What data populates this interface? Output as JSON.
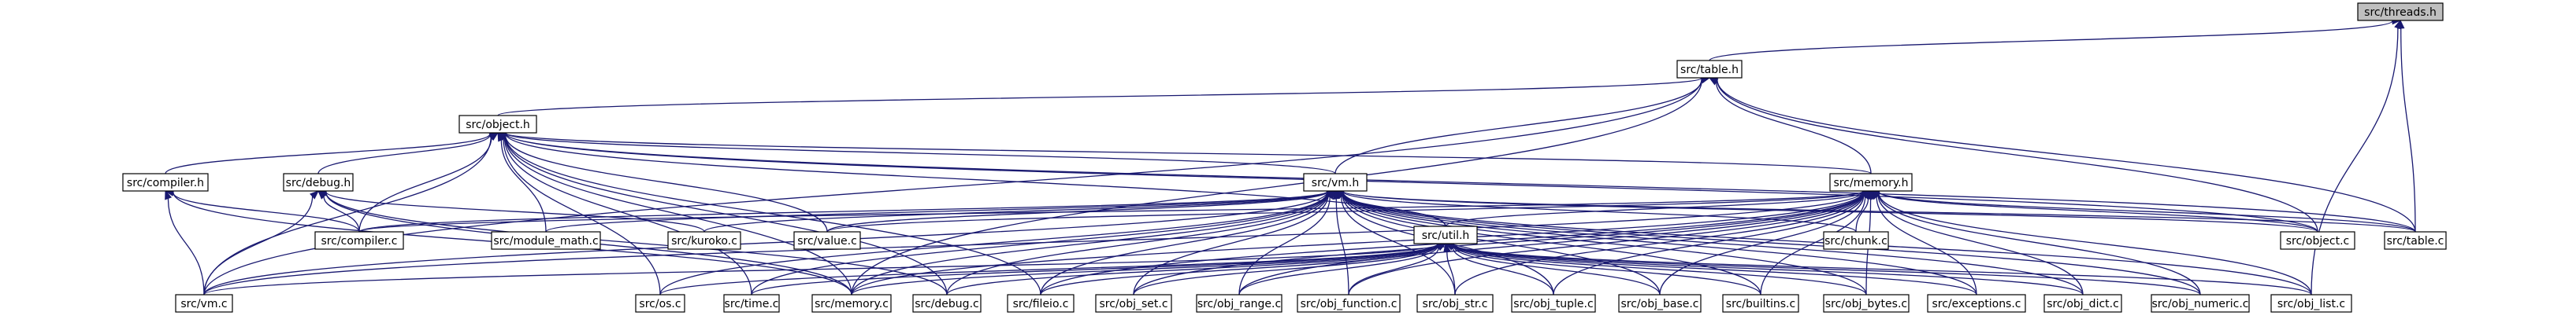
{
  "diagram": {
    "nodes": [
      {
        "id": "threads_h",
        "label": "src/threads.h",
        "root": true
      },
      {
        "id": "table_h",
        "label": "src/table.h"
      },
      {
        "id": "object_h",
        "label": "src/object.h"
      },
      {
        "id": "vm_h",
        "label": "src/vm.h"
      },
      {
        "id": "memory_h",
        "label": "src/memory.h"
      },
      {
        "id": "compiler_h",
        "label": "src/compiler.h"
      },
      {
        "id": "debug_h",
        "label": "src/debug.h"
      },
      {
        "id": "util_h",
        "label": "src/util.h"
      },
      {
        "id": "compiler_c",
        "label": "src/compiler.c"
      },
      {
        "id": "module_math_c",
        "label": "src/module_math.c"
      },
      {
        "id": "kuroko_c",
        "label": "src/kuroko.c"
      },
      {
        "id": "value_c",
        "label": "src/value.c"
      },
      {
        "id": "chunk_c",
        "label": "src/chunk.c"
      },
      {
        "id": "object_c",
        "label": "src/object.c"
      },
      {
        "id": "table_c",
        "label": "src/table.c"
      },
      {
        "id": "vm_c",
        "label": "src/vm.c"
      },
      {
        "id": "os_c",
        "label": "src/os.c"
      },
      {
        "id": "time_c",
        "label": "src/time.c"
      },
      {
        "id": "memory_c",
        "label": "src/memory.c"
      },
      {
        "id": "debug_c",
        "label": "src/debug.c"
      },
      {
        "id": "fileio_c",
        "label": "src/fileio.c"
      },
      {
        "id": "obj_set_c",
        "label": "src/obj_set.c"
      },
      {
        "id": "obj_range_c",
        "label": "src/obj_range.c"
      },
      {
        "id": "obj_function_c",
        "label": "src/obj_function.c"
      },
      {
        "id": "obj_str_c",
        "label": "src/obj_str.c"
      },
      {
        "id": "obj_tuple_c",
        "label": "src/obj_tuple.c"
      },
      {
        "id": "obj_base_c",
        "label": "src/obj_base.c"
      },
      {
        "id": "builtins_c",
        "label": "src/builtins.c"
      },
      {
        "id": "obj_bytes_c",
        "label": "src/obj_bytes.c"
      },
      {
        "id": "exceptions_c",
        "label": "src/exceptions.c"
      },
      {
        "id": "obj_dict_c",
        "label": "src/obj_dict.c"
      },
      {
        "id": "obj_numeric_c",
        "label": "src/obj_numeric.c"
      },
      {
        "id": "obj_list_c",
        "label": "src/obj_list.c"
      }
    ],
    "edges": [
      [
        "threads_h",
        "table_h"
      ],
      [
        "threads_h",
        "table_c"
      ],
      [
        "threads_h",
        "obj_list_c"
      ],
      [
        "table_h",
        "object_h"
      ],
      [
        "table_h",
        "vm_h"
      ],
      [
        "table_h",
        "memory_h"
      ],
      [
        "table_h",
        "object_c"
      ],
      [
        "table_h",
        "table_c"
      ],
      [
        "table_h",
        "vm_c"
      ],
      [
        "table_h",
        "memory_c"
      ],
      [
        "object_h",
        "compiler_h"
      ],
      [
        "object_h",
        "debug_h"
      ],
      [
        "object_h",
        "vm_h"
      ],
      [
        "object_h",
        "memory_h"
      ],
      [
        "object_h",
        "compiler_c"
      ],
      [
        "object_h",
        "module_math_c"
      ],
      [
        "object_h",
        "value_c"
      ],
      [
        "object_h",
        "util_h"
      ],
      [
        "object_h",
        "object_c"
      ],
      [
        "object_h",
        "table_c"
      ],
      [
        "object_h",
        "vm_c"
      ],
      [
        "object_h",
        "os_c"
      ],
      [
        "object_h",
        "time_c"
      ],
      [
        "object_h",
        "memory_c"
      ],
      [
        "object_h",
        "debug_c"
      ],
      [
        "object_h",
        "fileio_c"
      ],
      [
        "compiler_h",
        "compiler_c"
      ],
      [
        "compiler_h",
        "vm_c"
      ],
      [
        "compiler_h",
        "memory_c"
      ],
      [
        "debug_h",
        "compiler_c"
      ],
      [
        "debug_h",
        "kuroko_c"
      ],
      [
        "debug_h",
        "vm_c"
      ],
      [
        "debug_h",
        "memory_c"
      ],
      [
        "debug_h",
        "debug_c"
      ],
      [
        "vm_h",
        "util_h"
      ],
      [
        "vm_h",
        "compiler_c"
      ],
      [
        "vm_h",
        "module_math_c"
      ],
      [
        "vm_h",
        "kuroko_c"
      ],
      [
        "vm_h",
        "value_c"
      ],
      [
        "vm_h",
        "chunk_c"
      ],
      [
        "vm_h",
        "object_c"
      ],
      [
        "vm_h",
        "table_c"
      ],
      [
        "vm_h",
        "vm_c"
      ],
      [
        "vm_h",
        "os_c"
      ],
      [
        "vm_h",
        "time_c"
      ],
      [
        "vm_h",
        "memory_c"
      ],
      [
        "vm_h",
        "debug_c"
      ],
      [
        "vm_h",
        "fileio_c"
      ],
      [
        "vm_h",
        "obj_set_c"
      ],
      [
        "vm_h",
        "obj_range_c"
      ],
      [
        "vm_h",
        "obj_function_c"
      ],
      [
        "vm_h",
        "obj_str_c"
      ],
      [
        "vm_h",
        "obj_tuple_c"
      ],
      [
        "vm_h",
        "obj_base_c"
      ],
      [
        "vm_h",
        "builtins_c"
      ],
      [
        "vm_h",
        "obj_bytes_c"
      ],
      [
        "vm_h",
        "exceptions_c"
      ],
      [
        "vm_h",
        "obj_dict_c"
      ],
      [
        "vm_h",
        "obj_numeric_c"
      ],
      [
        "vm_h",
        "obj_list_c"
      ],
      [
        "memory_h",
        "util_h"
      ],
      [
        "memory_h",
        "compiler_c"
      ],
      [
        "memory_h",
        "value_c"
      ],
      [
        "memory_h",
        "chunk_c"
      ],
      [
        "memory_h",
        "object_c"
      ],
      [
        "memory_h",
        "table_c"
      ],
      [
        "memory_h",
        "vm_c"
      ],
      [
        "memory_h",
        "memory_c"
      ],
      [
        "memory_h",
        "fileio_c"
      ],
      [
        "memory_h",
        "obj_set_c"
      ],
      [
        "memory_h",
        "obj_range_c"
      ],
      [
        "memory_h",
        "obj_function_c"
      ],
      [
        "memory_h",
        "obj_str_c"
      ],
      [
        "memory_h",
        "obj_tuple_c"
      ],
      [
        "memory_h",
        "obj_base_c"
      ],
      [
        "memory_h",
        "builtins_c"
      ],
      [
        "memory_h",
        "obj_bytes_c"
      ],
      [
        "memory_h",
        "exceptions_c"
      ],
      [
        "memory_h",
        "obj_dict_c"
      ],
      [
        "memory_h",
        "obj_numeric_c"
      ],
      [
        "memory_h",
        "obj_list_c"
      ],
      [
        "util_h",
        "vm_c"
      ],
      [
        "util_h",
        "os_c"
      ],
      [
        "util_h",
        "time_c"
      ],
      [
        "util_h",
        "memory_c"
      ],
      [
        "util_h",
        "debug_c"
      ],
      [
        "util_h",
        "fileio_c"
      ],
      [
        "util_h",
        "obj_set_c"
      ],
      [
        "util_h",
        "obj_range_c"
      ],
      [
        "util_h",
        "obj_function_c"
      ],
      [
        "util_h",
        "obj_str_c"
      ],
      [
        "util_h",
        "obj_tuple_c"
      ],
      [
        "util_h",
        "obj_base_c"
      ],
      [
        "util_h",
        "builtins_c"
      ],
      [
        "util_h",
        "obj_bytes_c"
      ],
      [
        "util_h",
        "exceptions_c"
      ],
      [
        "util_h",
        "obj_dict_c"
      ],
      [
        "util_h",
        "obj_numeric_c"
      ],
      [
        "util_h",
        "obj_list_c"
      ]
    ]
  }
}
